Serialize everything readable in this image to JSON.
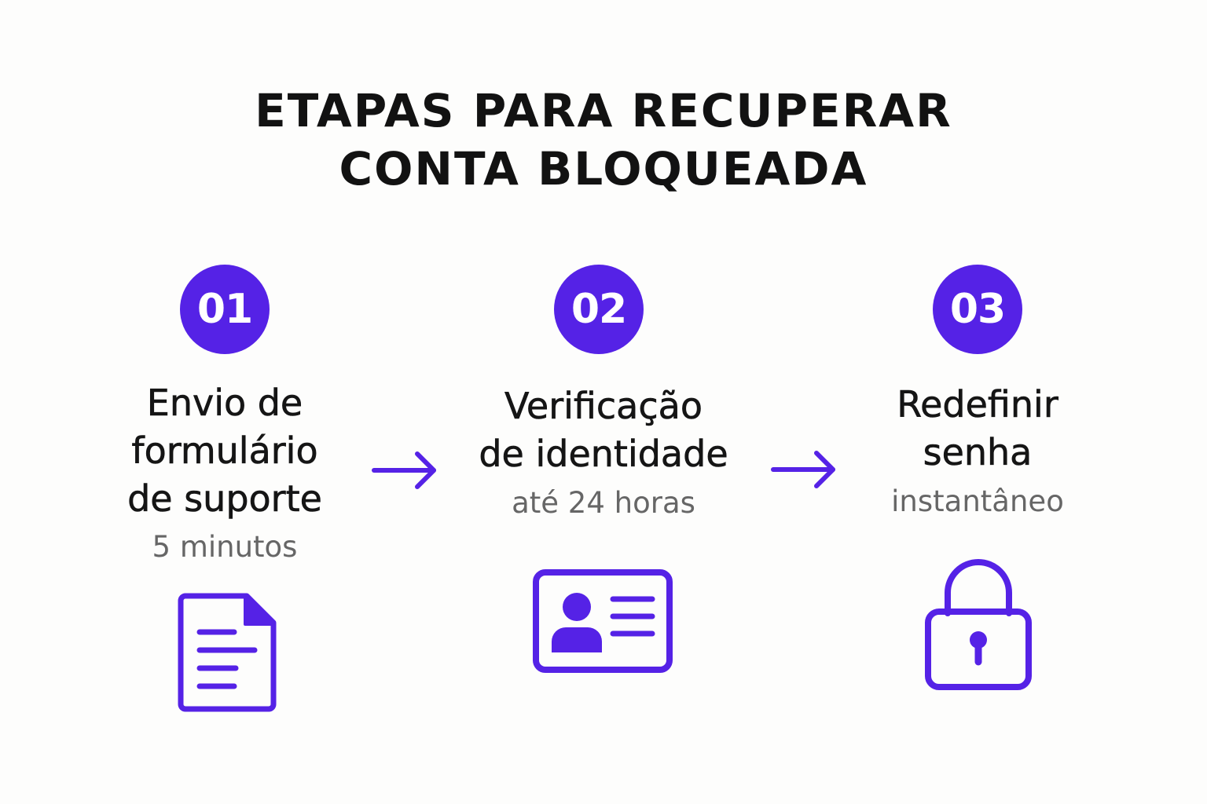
{
  "title": {
    "line1": "ETAPAS PARA RECUPERAR",
    "line2": "CONTA BLOQUEADA"
  },
  "accent_color": "#5522e6",
  "steps": [
    {
      "number": "01",
      "title_lines": [
        "Envio de",
        "formulário",
        "de suporte"
      ],
      "time": "5 minutos",
      "icon": "document-icon"
    },
    {
      "number": "02",
      "title_lines": [
        "Verificação",
        "de identidade"
      ],
      "time": "até 24 horas",
      "icon": "id-card-icon"
    },
    {
      "number": "03",
      "title_lines": [
        "Redefinir",
        "senha"
      ],
      "time": "instantâneo",
      "icon": "lock-icon"
    }
  ]
}
